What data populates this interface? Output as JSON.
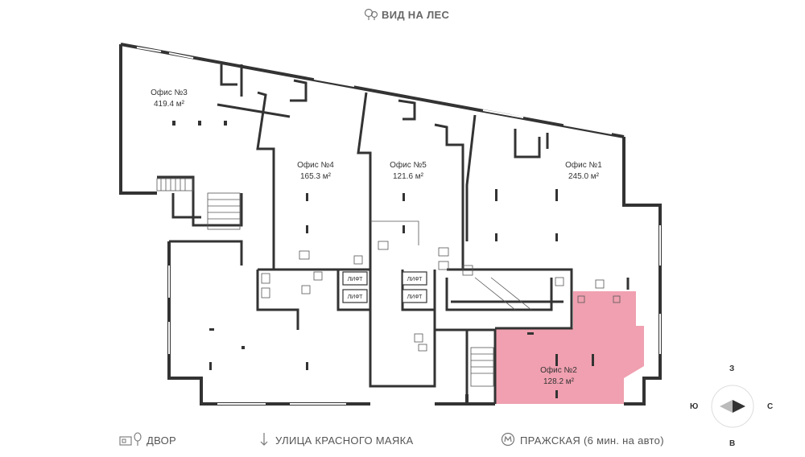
{
  "header": {
    "view_label": "ВИД НА ЛЕС",
    "view_icon": "trees-icon"
  },
  "offices": [
    {
      "name": "Офис №3",
      "area": "419.4 м²"
    },
    {
      "name": "Офис №4",
      "area": "165.3 м²"
    },
    {
      "name": "Офис №5",
      "area": "121.6 м²"
    },
    {
      "name": "Офис №1",
      "area": "245.0 м²"
    },
    {
      "name": "Офис №2",
      "area": "128.2 м²",
      "highlighted": true
    }
  ],
  "lifts": [
    "ЛИФТ",
    "ЛИФТ",
    "ЛИФТ",
    "ЛИФТ"
  ],
  "highlight_color": "#f0a0b0",
  "footer": {
    "courtyard_label": "ДВОР",
    "courtyard_icon": "courtyard-icon",
    "street_label": "УЛИЦА КРАСНОГО МАЯКА",
    "street_icon": "arrow-down-icon",
    "metro_label": "ПРАЖСКАЯ (6 мин. на авто)",
    "metro_icon": "metro-icon"
  },
  "compass": {
    "north": "З",
    "south": "В",
    "west": "Ю",
    "east": "С"
  }
}
